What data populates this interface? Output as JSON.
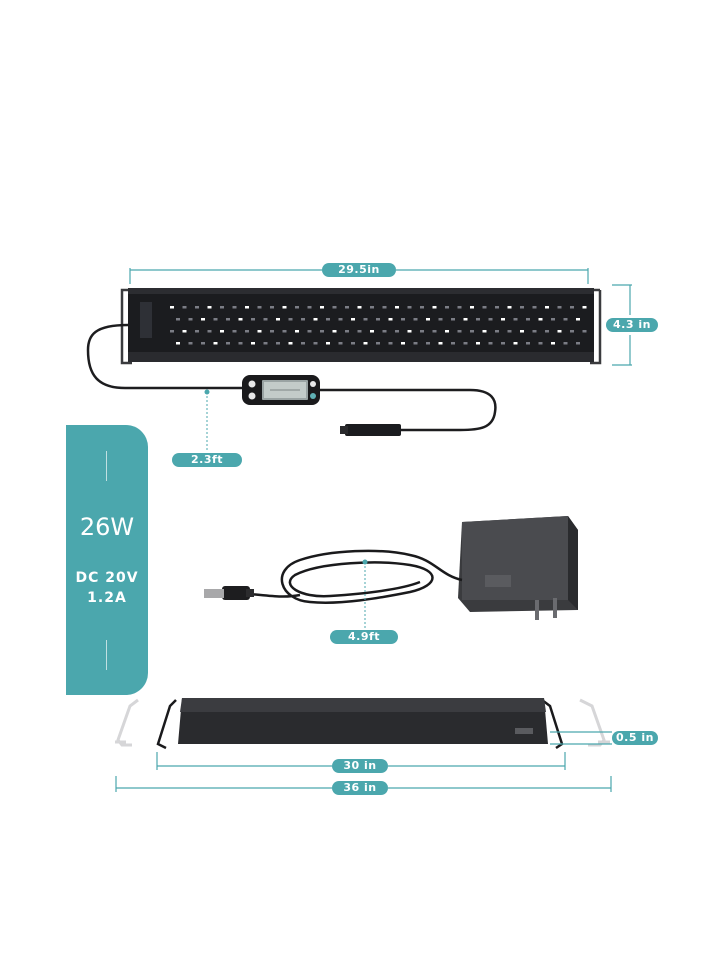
{
  "colors": {
    "accent": "#4ba7ad",
    "light_body": "#1b1c1f",
    "led": "#ffffff",
    "dimension_line": "#4ba7ad"
  },
  "dimensions": {
    "light_length": "29.5in",
    "light_height": "4.3 in",
    "controller_cable": "2.3ft",
    "adapter_cable": "4.9ft",
    "thickness": "0.5 in",
    "min_width": "30 in",
    "max_width": "36 in"
  },
  "specs": {
    "power": "26W",
    "voltage": "DC 20V",
    "current": "1.2A"
  },
  "icons": {
    "light_fixture": "led-light-bar-icon",
    "controller": "timer-controller-icon",
    "adapter": "power-adapter-icon",
    "side_view": "light-side-view-icon"
  }
}
